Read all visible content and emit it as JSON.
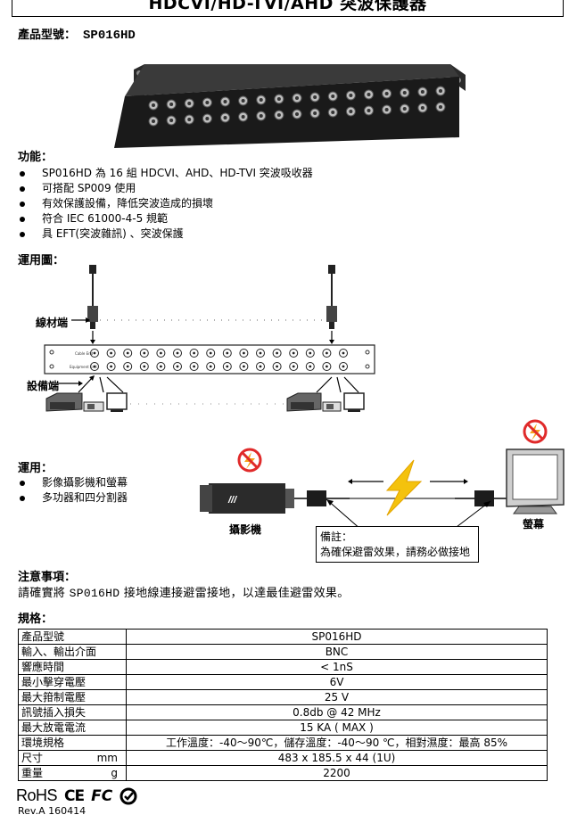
{
  "header": {
    "title": "HDCVI/HD-TVI/AHD 突波保護器"
  },
  "model": {
    "label": "產品型號：",
    "value": "SP016HD"
  },
  "features": {
    "title": "功能：",
    "items": [
      "SP016HD 為 16 組 HDCVI、AHD、HD-TVI 突波吸收器",
      "可搭配 SP009 使用",
      "有效保護設備，降低突波造成的損壞",
      "符合 IEC 61000-4-5 規範",
      "具 EFT(突波雜訊) 、突波保護"
    ]
  },
  "usage_diagram": {
    "title": "運用圖：",
    "cable_end": "線材端",
    "device_end": "設備端",
    "unit_text_top": "Cable End",
    "unit_text_bottom": "Equipment End"
  },
  "application": {
    "title": "運用：",
    "items": [
      "影像攝影機和螢幕",
      "多功器和四分割器"
    ],
    "camera_label": "攝影機",
    "monitor_label": "螢幕",
    "note_title": "備註：",
    "note_text": "為確保避雷效果，請務必做接地"
  },
  "caution": {
    "title": "注意事項：",
    "text_before": "請確實將 ",
    "text_model": "SP016HD",
    "text_after": " 接地線連接避雷接地，以達最佳避雷效果。"
  },
  "specs": {
    "title": "規格：",
    "rows": [
      {
        "key": "產品型號",
        "unit": "",
        "value": "SP016HD"
      },
      {
        "key": "輸入、輸出介面",
        "unit": "",
        "value": "BNC"
      },
      {
        "key": "響應時間",
        "unit": "",
        "value": "< 1nS"
      },
      {
        "key": "最小擊穿電壓",
        "unit": "",
        "value": "6V"
      },
      {
        "key": "最大箝制電壓",
        "unit": "",
        "value": "25 V"
      },
      {
        "key": "訊號插入損失",
        "unit": "",
        "value": "0.8db @ 42 MHz"
      },
      {
        "key": "最大放電電流",
        "unit": "",
        "value": "15 KA ( MAX )"
      },
      {
        "key": "環境規格",
        "unit": "",
        "value": "工作溫度：-40～90℃，儲存溫度：-40～90 ℃，相對濕度：最高 85%"
      },
      {
        "key": "尺寸",
        "unit": "mm",
        "value": "483 x 185.5 x 44 (1U)"
      },
      {
        "key": "重量",
        "unit": "g",
        "value": "2200"
      }
    ]
  },
  "footer": {
    "rohs": "RoHS",
    "ce": "CE",
    "fc": "FC",
    "rev": "Rev.A 160414"
  },
  "colors": {
    "text": "#000000",
    "device_body": "#1e1e1e",
    "warning_red": "#e02a2a",
    "warning_orange": "#f6a21a",
    "lightning": "#f4c20d"
  }
}
